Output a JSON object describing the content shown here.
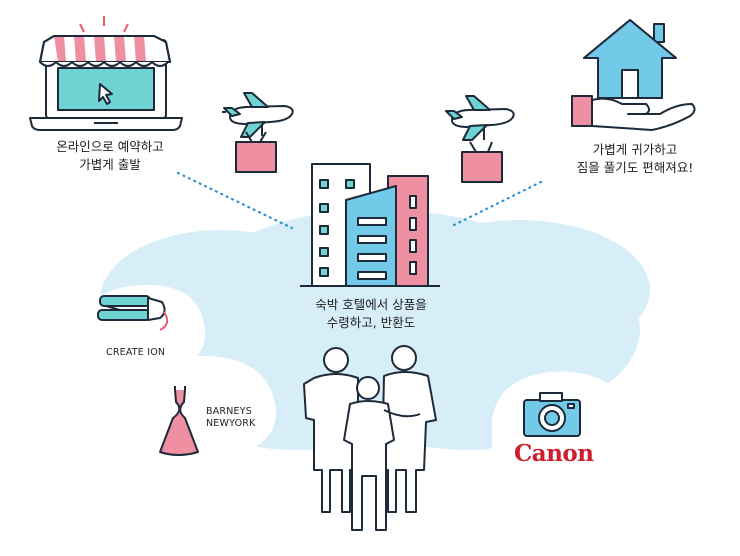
{
  "steps": {
    "online": {
      "line1": "온라인으로 예약하고",
      "line2": "가볍게 출발"
    },
    "return": {
      "line1": "가볍게 귀가하고",
      "line2": "짐을 풀기도 편해져요!"
    },
    "hotel": {
      "line1": "숙박 호텔에서 상품을",
      "line2": "수령하고, 반환도"
    }
  },
  "brands": {
    "flat_iron": "CREATE ION",
    "dress_line1": "BARNEYS",
    "dress_line2": "NEWYORK",
    "camera": "Canon"
  },
  "colors": {
    "outline": "#1d2a3a",
    "teal": "#6fd3d3",
    "sky": "#72c9e8",
    "pink": "#ee8fa2",
    "cloud": "#d7eef9",
    "brand_red": "#cc1e2c"
  },
  "icons": [
    "laptop-storefront-icon",
    "airplane-icon",
    "parcel-icon",
    "house-in-hand-icon",
    "hotel-buildings-icon",
    "hair-iron-icon",
    "dress-icon",
    "camera-icon",
    "family-icon"
  ]
}
